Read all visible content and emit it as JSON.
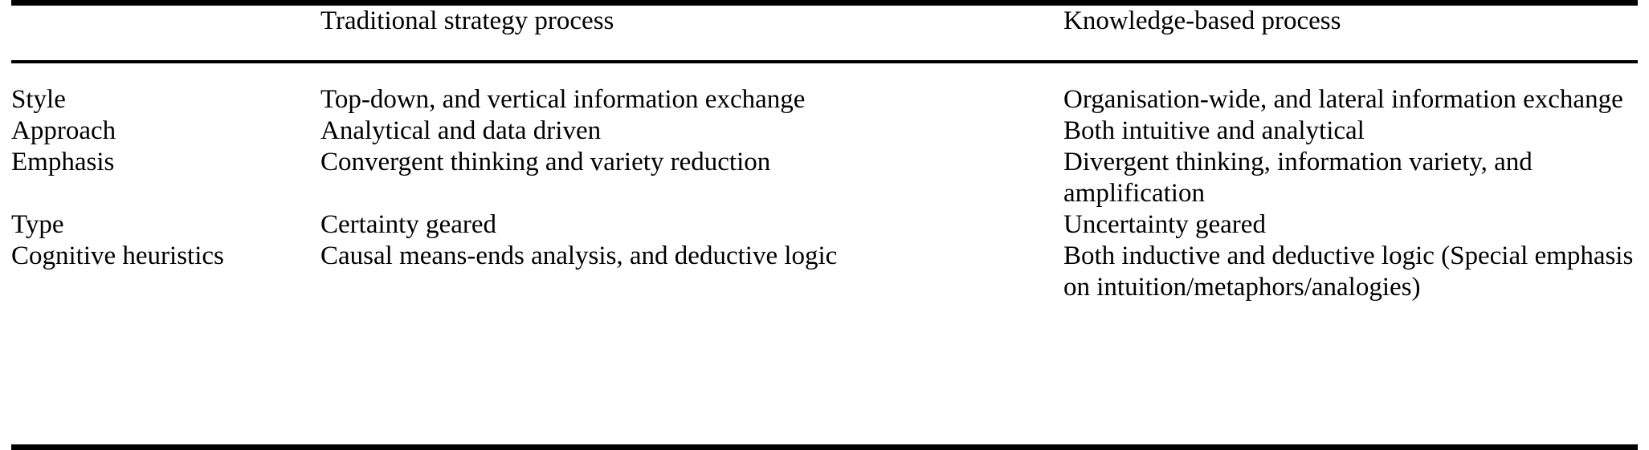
{
  "table": {
    "columns": [
      {
        "key": "attribute",
        "header": ""
      },
      {
        "key": "traditional",
        "header": "Traditional strategy process"
      },
      {
        "key": "knowledge",
        "header": "Knowledge-based process"
      }
    ],
    "rows": [
      {
        "attribute": "Style",
        "traditional": "Top-down, and vertical information exchange",
        "knowledge": "Organisation-wide, and lateral information exchange"
      },
      {
        "attribute": "Approach",
        "traditional": "Analytical and data driven",
        "knowledge": "Both intuitive and analytical"
      },
      {
        "attribute": "Emphasis",
        "traditional": "Convergent thinking and variety reduction",
        "knowledge": "Divergent thinking, information variety, and amplification"
      },
      {
        "attribute": "Type",
        "traditional": "Certainty geared",
        "knowledge": "Uncertainty geared"
      },
      {
        "attribute": "Cognitive heuristics",
        "traditional": "Causal means-ends analysis, and deductive logic",
        "knowledge": "Both inductive and deductive logic (Special emphasis on intuition/metaphors/analogies)"
      }
    ]
  }
}
